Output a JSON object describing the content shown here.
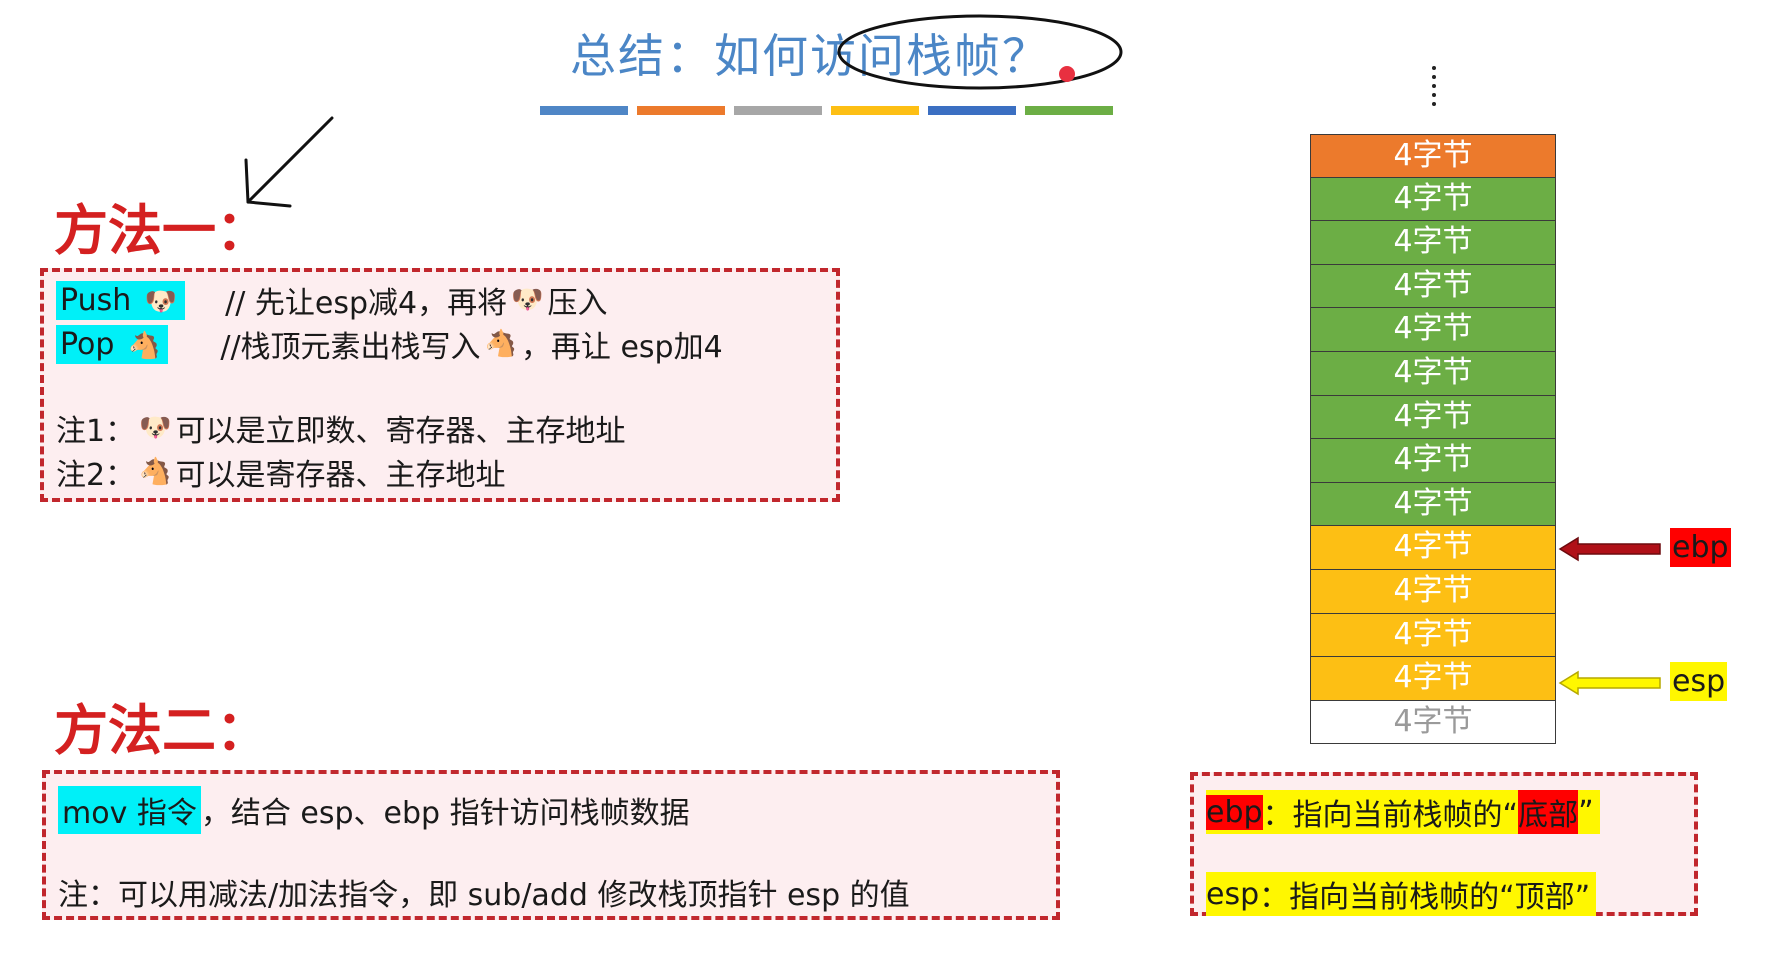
{
  "header": {
    "title": "总结：如何访问栈帧？",
    "color_bar": [
      "#4f86c6",
      "#ec7a2c",
      "#a7a7a7",
      "#fdbf14",
      "#3b6fc2",
      "#6cae45"
    ]
  },
  "method1": {
    "heading": "方法一：",
    "push_label": "Push",
    "push_comment_a": "// 先让esp减4，再将",
    "push_comment_b": "压入",
    "pop_label": "Pop",
    "pop_comment_a": "//栈顶元素出栈写入",
    "pop_comment_b": "，再让 esp加4",
    "note1_prefix": "注1：",
    "note1_text": "可以是立即数、寄存器、主存地址",
    "note2_prefix": "注2：",
    "note2_text": "可以是寄存器、主存地址",
    "dog_emoji": "🐶",
    "horse_emoji": "🐴"
  },
  "method2": {
    "heading": "方法二：",
    "mov_label": "mov 指令",
    "mov_text": "，结合 esp、ebp 指针访问栈帧数据",
    "note": "注：可以用减法/加法指令，即 sub/add 修改栈顶指针 esp 的值"
  },
  "stack": {
    "cells": [
      {
        "label": "4字节",
        "color": "#ec7a2c"
      },
      {
        "label": "4字节",
        "color": "#6cae45"
      },
      {
        "label": "4字节",
        "color": "#6cae45"
      },
      {
        "label": "4字节",
        "color": "#6cae45"
      },
      {
        "label": "4字节",
        "color": "#6cae45"
      },
      {
        "label": "4字节",
        "color": "#6cae45"
      },
      {
        "label": "4字节",
        "color": "#6cae45"
      },
      {
        "label": "4字节",
        "color": "#6cae45"
      },
      {
        "label": "4字节",
        "color": "#6cae45"
      },
      {
        "label": "4字节",
        "color": "#fdbf14"
      },
      {
        "label": "4字节",
        "color": "#fdbf14"
      },
      {
        "label": "4字节",
        "color": "#fdbf14"
      },
      {
        "label": "4字节",
        "color": "#fdbf14"
      },
      {
        "label": "4字节",
        "color": "#ffffff"
      }
    ],
    "ebp_label": "ebp",
    "esp_label": "esp"
  },
  "legend": {
    "ebp_tag": "ebp",
    "ebp_text_a": "：指向当前栈帧的“",
    "ebp_bottom": "底部",
    "ebp_text_b": "”",
    "esp_tag": "esp",
    "esp_text": "：指向当前栈帧的“顶部”"
  }
}
